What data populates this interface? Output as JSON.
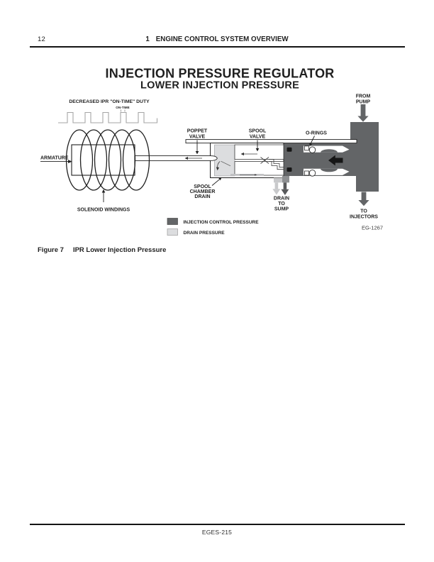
{
  "header": {
    "page_number": "12",
    "chapter_number": "1",
    "chapter_title": "ENGINE CONTROL SYSTEM OVERVIEW"
  },
  "diagram": {
    "title": "INJECTION PRESSURE REGULATOR",
    "subtitle": "LOWER INJECTION PRESSURE",
    "waveform": {
      "caption": "DECREASED IPR \"ON-TIME\" DUTY",
      "pulse_label": "ON-TIME"
    },
    "labels": {
      "armature": "ARMATURE",
      "solenoid_windings": "SOLENOID WINDINGS",
      "poppet_valve": [
        "POPPET",
        "VALVE"
      ],
      "spool_valve": [
        "SPOOL",
        "VALVE"
      ],
      "o_rings": "O-RINGS",
      "from_pump": [
        "FROM",
        "PUMP"
      ],
      "to_injectors": [
        "TO",
        "INJECTORS"
      ],
      "spool_chamber_drain": [
        "SPOOL",
        "CHAMBER",
        "DRAIN"
      ],
      "drain_to_sump": [
        "DRAIN",
        "TO",
        "SUMP"
      ]
    },
    "legend": [
      {
        "label": "INJECTION CONTROL PRESSURE",
        "color": "#636567"
      },
      {
        "label": "DRAIN PRESSURE",
        "color": "#dcdddf"
      }
    ],
    "figure_code": "EG-1267"
  },
  "caption": {
    "figure_label": "Figure 7",
    "figure_title": "IPR Lower Injection Pressure"
  },
  "footer": {
    "doc_code": "EGES-215"
  }
}
